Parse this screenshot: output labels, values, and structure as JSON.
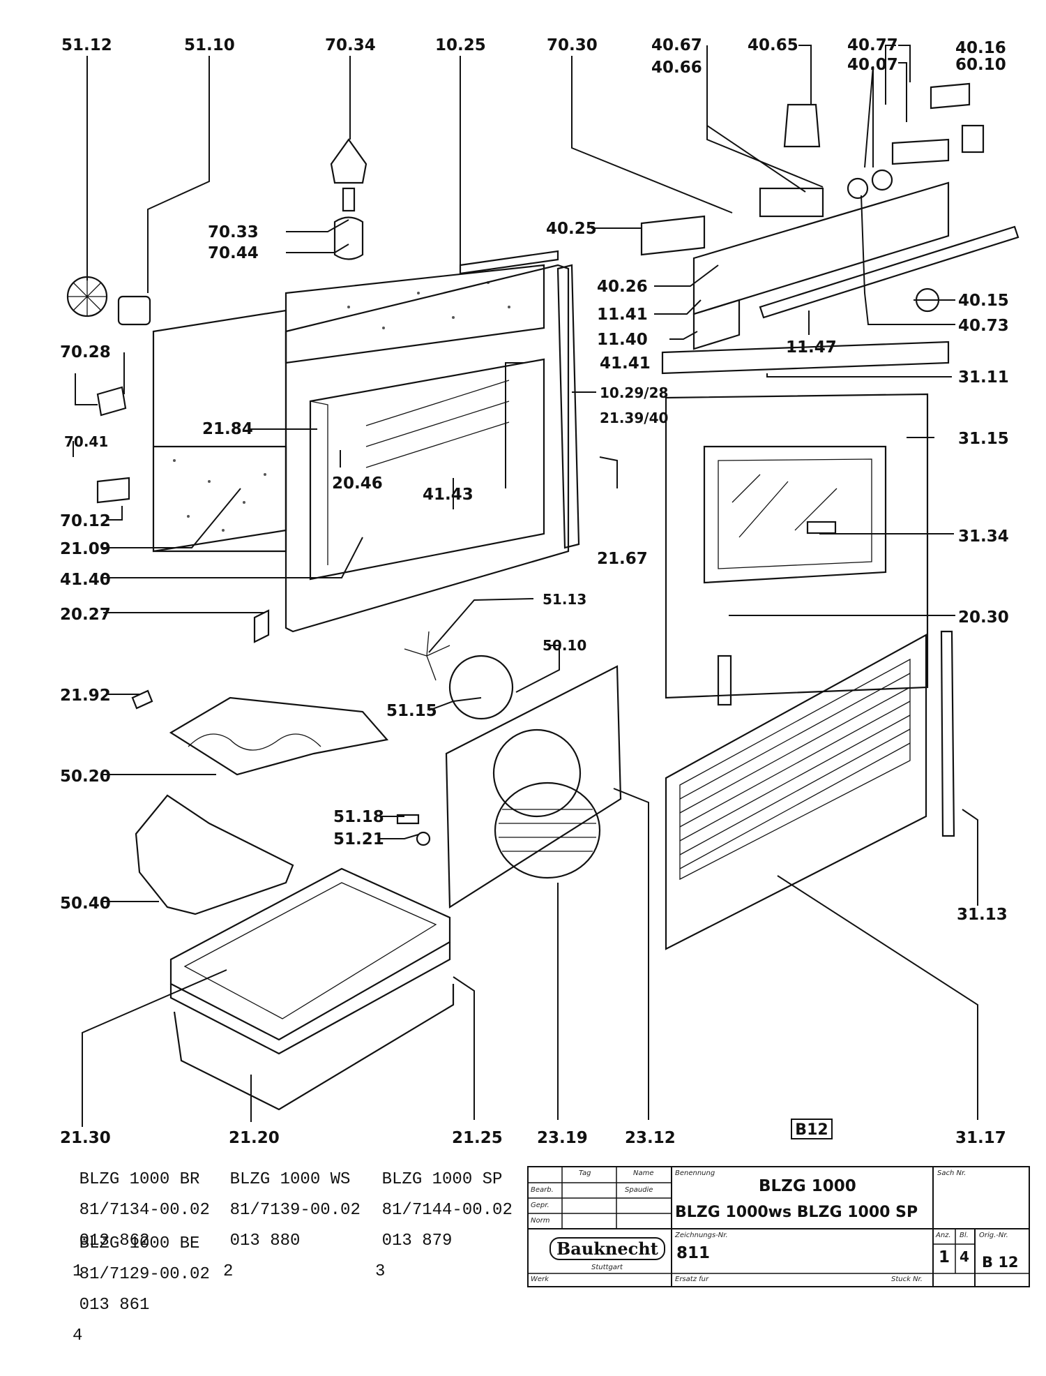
{
  "labels": {
    "l5112": "51.12",
    "l5110": "51.10",
    "l7034": "70.34",
    "l1025": "10.25",
    "l7030": "70.30",
    "l4067": "40.67",
    "l4066": "40.66",
    "l4065": "40.65",
    "l4077": "40.77",
    "l4007": "40.07",
    "l4016": "40.16",
    "l6010": "60.10",
    "l7033": "70.33",
    "l7044": "70.44",
    "l4025": "40.25",
    "l4026": "40.26",
    "l1141": "11.41",
    "l1140": "11.40",
    "l1147": "11.47",
    "l4015": "40.15",
    "l4073": "40.73",
    "l7028": "70.28",
    "l2184": "21.84",
    "l4141": "41.41",
    "l102928": "10.29/28",
    "l213940": "21.39/40",
    "l3111": "31.11",
    "l3115": "31.15",
    "l7041": "70.41",
    "l2046": "20.46",
    "l4143": "41.43",
    "l7012": "70.12",
    "l2109": "21.09",
    "l2167": "21.67",
    "l3134": "31.34",
    "l4140": "41.40",
    "l2027": "20.27",
    "l5113": "51.13",
    "l5010": "50.10",
    "l2030": "20.30",
    "l2192": "21.92",
    "l5115": "51.15",
    "l5020": "50.20",
    "l5118": "51.18",
    "l5121": "51.21",
    "l5040": "50.40",
    "l3113": "31.13",
    "l2130": "21.30",
    "l2120": "21.20",
    "l2125": "21.25",
    "l2319": "23.19",
    "l2312": "23.12",
    "l3117": "31.17"
  },
  "sheet_badge": "B12",
  "variants": [
    {
      "model": "BLZG 1000 BR",
      "code": "81/7134-00.02",
      "number": "013 862",
      "index": "1"
    },
    {
      "model": "BLZG 1000 WS",
      "code": "81/7139-00.02",
      "number": "013 880",
      "index": "2"
    },
    {
      "model": "BLZG 1000 SP",
      "code": "81/7144-00.02",
      "number": "013 879",
      "index": "3"
    },
    {
      "model": "BLZG 1000 BE",
      "code": "81/7129-00.02",
      "number": "013 861",
      "index": "4"
    }
  ],
  "title_block": {
    "col_tag": "Tag",
    "col_name": "Name",
    "row_bearb": "Bearb.",
    "row_gepr": "Gepr.",
    "row_norm": "Norm",
    "signature": "Spaudie",
    "benennung_caption": "Benennung",
    "title_line1": "BLZG 1000",
    "title_line2": "BLZG 1000ws BLZG 1000 SP",
    "sach_caption": "Sach Nr.",
    "zeichnung_caption": "Zeichnungs-Nr.",
    "zeichnung_value": "811",
    "ersatz_caption": "Ersatz fur",
    "stuck_caption": "Stuck Nr.",
    "anz_caption": "Anz.",
    "blatt_caption": "Bl.",
    "anz_value": "1",
    "blatt_value": "4",
    "orig_caption": "Orig.-Nr.",
    "orig_value": "B 12",
    "company": "Bauknecht",
    "city": "Stuttgart",
    "werk_caption": "Werk"
  }
}
